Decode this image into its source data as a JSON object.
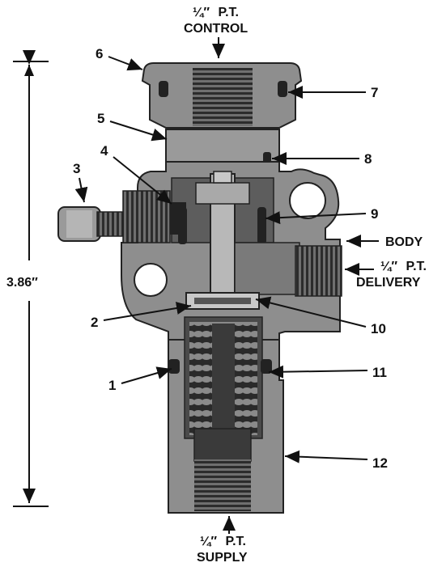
{
  "ports": {
    "control": {
      "size": "¼″",
      "type": "P.T.",
      "name": "CONTROL"
    },
    "delivery": {
      "size": "¼″",
      "type": "P.T.",
      "name": "DELIVERY"
    },
    "supply": {
      "size": "¼″",
      "type": "P.T.",
      "name": "SUPPLY"
    }
  },
  "body_label": "BODY",
  "dimension": "3.86″",
  "callouts": [
    "1",
    "2",
    "3",
    "4",
    "5",
    "6",
    "7",
    "8",
    "9",
    "10",
    "11",
    "12"
  ],
  "colors": {
    "body": "#8e8e8e",
    "dark": "#3a3a3a",
    "light": "#c4c4c4",
    "ink": "#111111"
  }
}
